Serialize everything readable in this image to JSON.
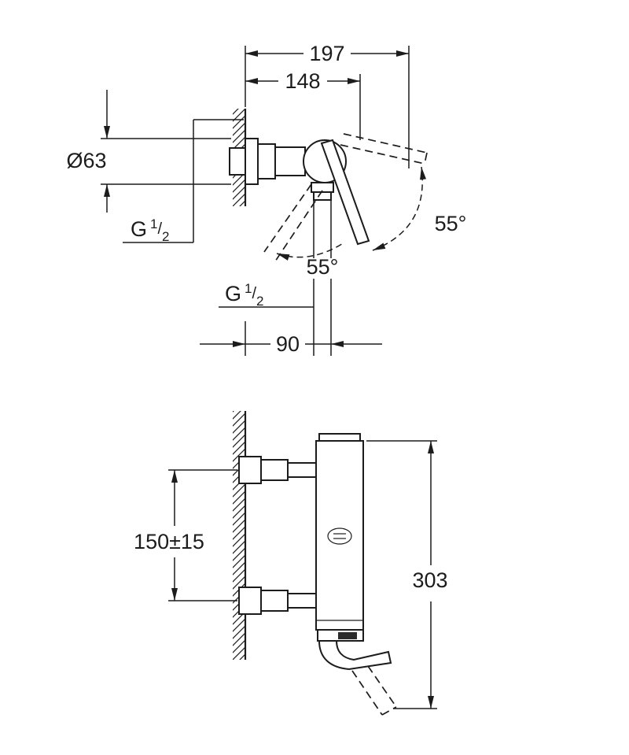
{
  "colors": {
    "ink": "#1c1c1c",
    "background": "#ffffff"
  },
  "side": {
    "dim_total_depth": "197",
    "dim_body_depth": "148",
    "dim_flange_diameter": "Ø63",
    "dim_handle_swing_upper": "55°",
    "dim_handle_swing_lower": "55°",
    "dim_outlet_offset": "90",
    "inlet_thread": {
      "base": "G",
      "num": "1",
      "sep": "/",
      "den": "2"
    },
    "outlet_thread": {
      "base": "G",
      "num": "1",
      "sep": "/",
      "den": "2"
    }
  },
  "front": {
    "dim_connection_spacing": "150±15",
    "dim_total_height": "303"
  }
}
